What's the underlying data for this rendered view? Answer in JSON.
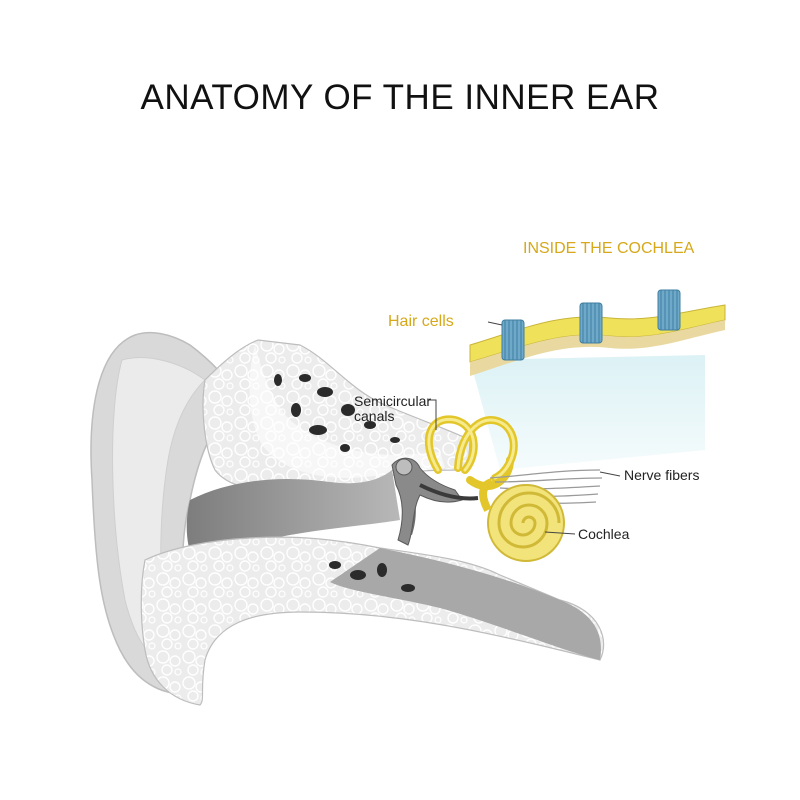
{
  "title": "ANATOMY OF THE INNER EAR",
  "subtitle": "INSIDE THE COCHLEA",
  "labels": {
    "hair_cells": "Hair cells",
    "semicircular_line1": "Semicircular",
    "semicircular_line2": "canals",
    "nerve_fibers": "Nerve fibers",
    "cochlea": "Cochlea"
  },
  "colors": {
    "accent_gold": "#d6a81a",
    "cochlea_yellow": "#f2e47a",
    "hair_cell_blue": "#6fa9c9",
    "cochlea_fluid": "#cfeaf0",
    "bone_light": "#e9e9e9",
    "tissue_gray": "#9a9a9a"
  }
}
